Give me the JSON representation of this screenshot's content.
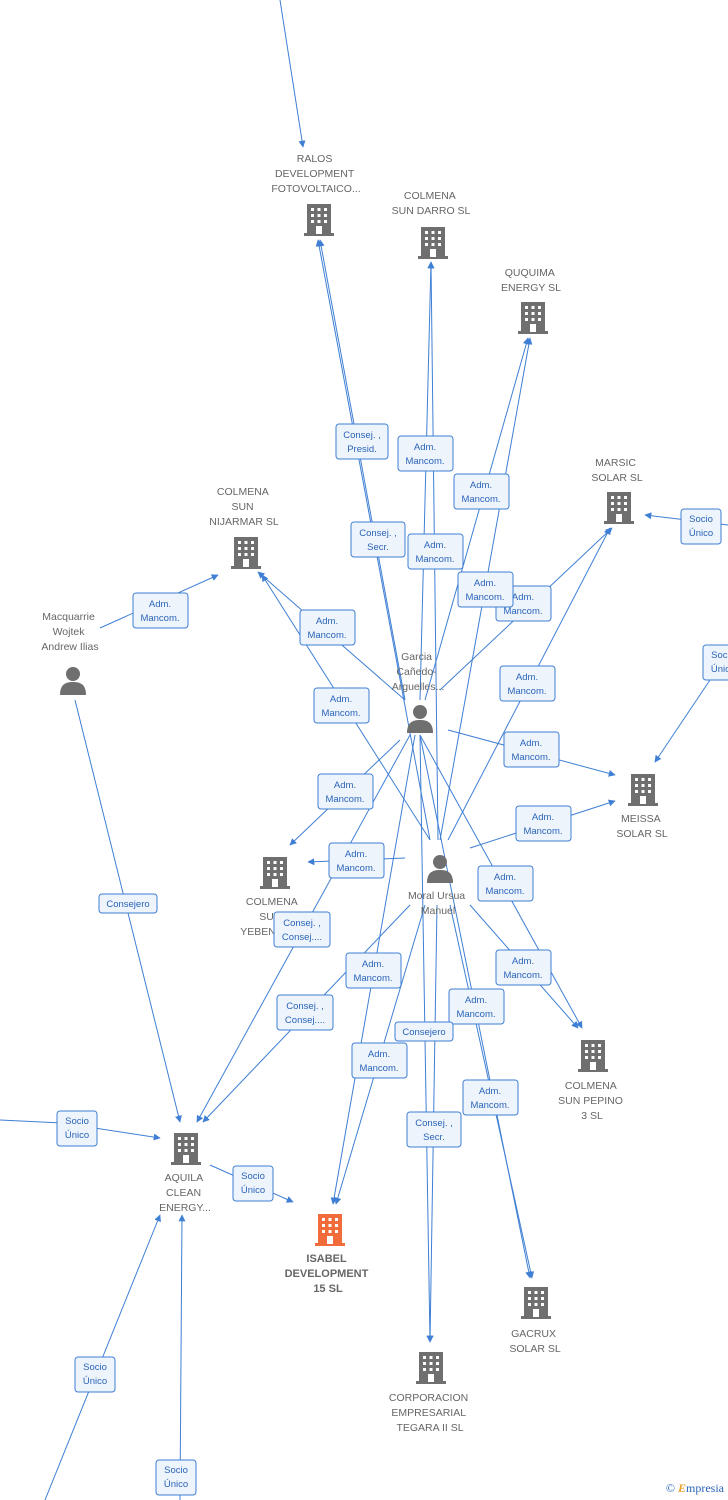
{
  "colors": {
    "edge": "#3f7fd4",
    "node": "#6f6f6f",
    "focus": "#f26b3a",
    "label_fill": "#eef4fc"
  },
  "nodes": {
    "ralos": {
      "lines": [
        "RALOS",
        "DEVELOPMENT",
        "FOTOVOLTAICO..."
      ],
      "type": "company"
    },
    "colmena_darro": {
      "lines": [
        "COLMENA",
        "SUN DARRO  SL"
      ],
      "type": "company"
    },
    "ququima": {
      "lines": [
        "QUQUIMA",
        "ENERGY  SL"
      ],
      "type": "company"
    },
    "marsic": {
      "lines": [
        "MARSIC",
        "SOLAR  SL"
      ],
      "type": "company"
    },
    "colmena_nijarmar": {
      "lines": [
        "COLMENA",
        "SUN",
        "NIJARMAR  SL"
      ],
      "type": "company"
    },
    "macquarrie": {
      "lines": [
        "Macquarrie",
        "Wojtek",
        "Andrew Ilias"
      ],
      "type": "person"
    },
    "garcia": {
      "lines": [
        "Garcia",
        "Cañedo-",
        "Arguelles..."
      ],
      "type": "person"
    },
    "meissa": {
      "lines": [
        "MEISSA",
        "SOLAR  SL"
      ],
      "type": "company"
    },
    "colmena_yeben": {
      "lines": [
        "COLMENA",
        "SU",
        "YEBEN"
      ],
      "type": "company"
    },
    "moral": {
      "lines": [
        "Moral Ursua",
        "Manuel"
      ],
      "type": "person"
    },
    "colmena_pepino": {
      "lines": [
        "COLMENA",
        "SUN PEPINO",
        "3  SL"
      ],
      "type": "company"
    },
    "aquila": {
      "lines": [
        "AQUILA",
        "CLEAN",
        "ENERGY..."
      ],
      "type": "company"
    },
    "isabel": {
      "lines": [
        "ISABEL",
        "DEVELOPMENT",
        "15  SL"
      ],
      "type": "focus"
    },
    "gacrux": {
      "lines": [
        "GACRUX",
        "SOLAR  SL"
      ],
      "type": "company"
    },
    "corporacion": {
      "lines": [
        "CORPORACION",
        "EMPRESARIAL",
        "TEGARA II  SL"
      ],
      "type": "company"
    }
  },
  "edge_labels": {
    "consej_presid": [
      "Consej. ,",
      "Presid."
    ],
    "adm_mancom": [
      "Adm.",
      "Mancom."
    ],
    "consej_secr": [
      "Consej. ,",
      "Secr."
    ],
    "socio_unico": [
      "Socio",
      "Único"
    ],
    "consejero": [
      "Consejero"
    ],
    "consej_consej": [
      "Consej. ,",
      "Consej...."
    ]
  },
  "brand": {
    "symbol": "©",
    "initial": "E",
    "rest": "mpresia"
  }
}
